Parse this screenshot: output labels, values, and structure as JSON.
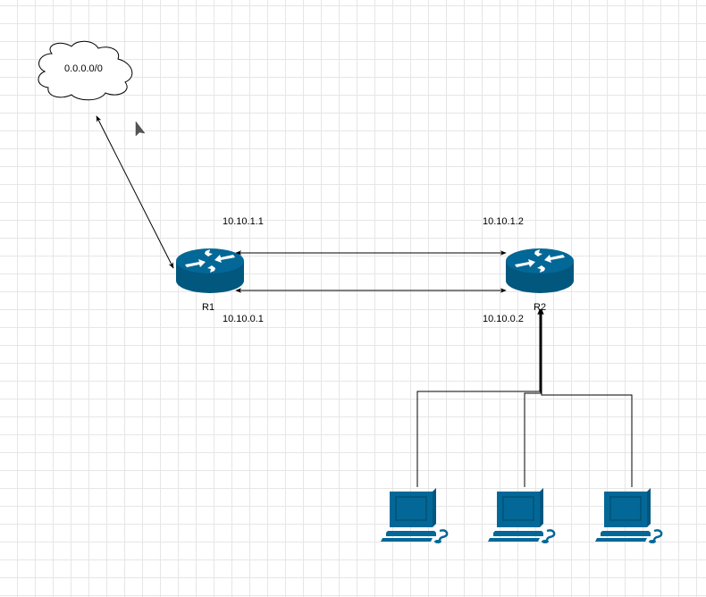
{
  "diagram": {
    "cloud": {
      "label": "0.0.0.0/0",
      "icon": "cloud-icon"
    },
    "routers": [
      {
        "name": "R1",
        "icon": "router-icon"
      },
      {
        "name": "R2",
        "icon": "router-icon"
      }
    ],
    "addresses": {
      "r1_top": "10.10.1.1",
      "r1_bottom": "10.10.0.1",
      "r2_top": "10.10.1.2",
      "r2_bottom": "10.10.0.2"
    },
    "workstations": [
      {
        "icon": "workstation-icon"
      },
      {
        "icon": "workstation-icon"
      },
      {
        "icon": "workstation-icon"
      }
    ],
    "colors": {
      "device_fill": "#036897",
      "device_dark": "#02577e",
      "line": "#000000",
      "grid": "#e6e6e6"
    }
  }
}
